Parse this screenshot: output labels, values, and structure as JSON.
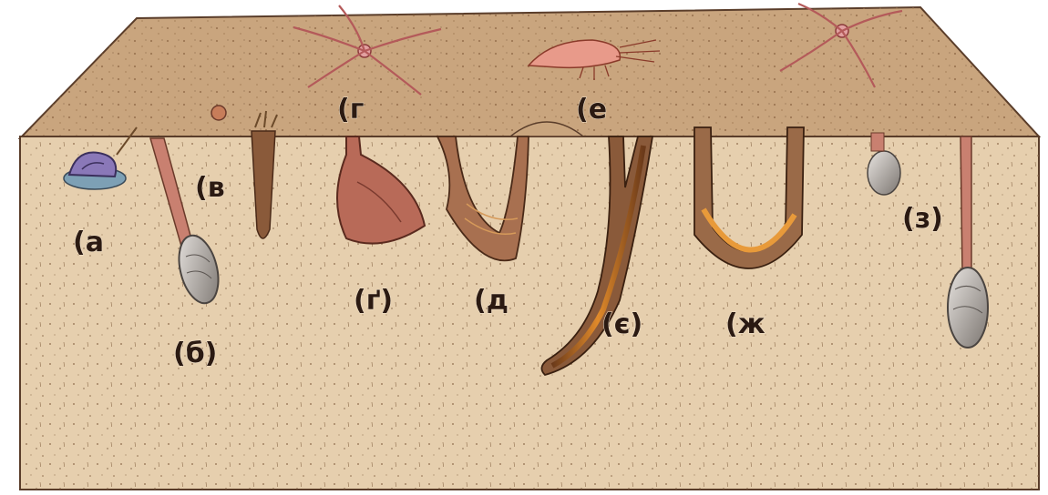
{
  "labels": {
    "a": "(а",
    "b": "(б)",
    "v": "(в",
    "g_top": "(г",
    "g_bottom": "(ґ)",
    "d": "(д",
    "e": "(е",
    "ye": "(є)",
    "zh": "(ж",
    "z": "(з)"
  },
  "colors": {
    "sand_surface": "#c9a57e",
    "sand_section": "#e6cfae",
    "section_edge": "#5a3d2a",
    "ink": "#2b1a12"
  }
}
